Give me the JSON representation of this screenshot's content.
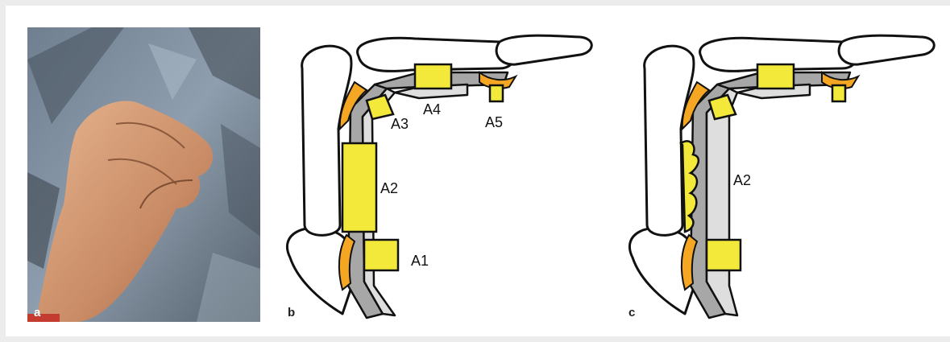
{
  "panels": [
    {
      "letter": "a"
    },
    {
      "letter": "b"
    },
    {
      "letter": "c"
    }
  ],
  "pulley_labels_b": [
    "A1",
    "A2",
    "A3",
    "A4",
    "A5"
  ],
  "pulley_labels_c": [
    "A2"
  ],
  "colors": {
    "pulley": "#f2e93a",
    "volar_plate": "#f5a623",
    "tendon_dark": "#a7a7a7",
    "tendon_light": "#dedede",
    "bone_fill": "#ffffff",
    "outline": "#111111",
    "frame": "#ececec"
  }
}
